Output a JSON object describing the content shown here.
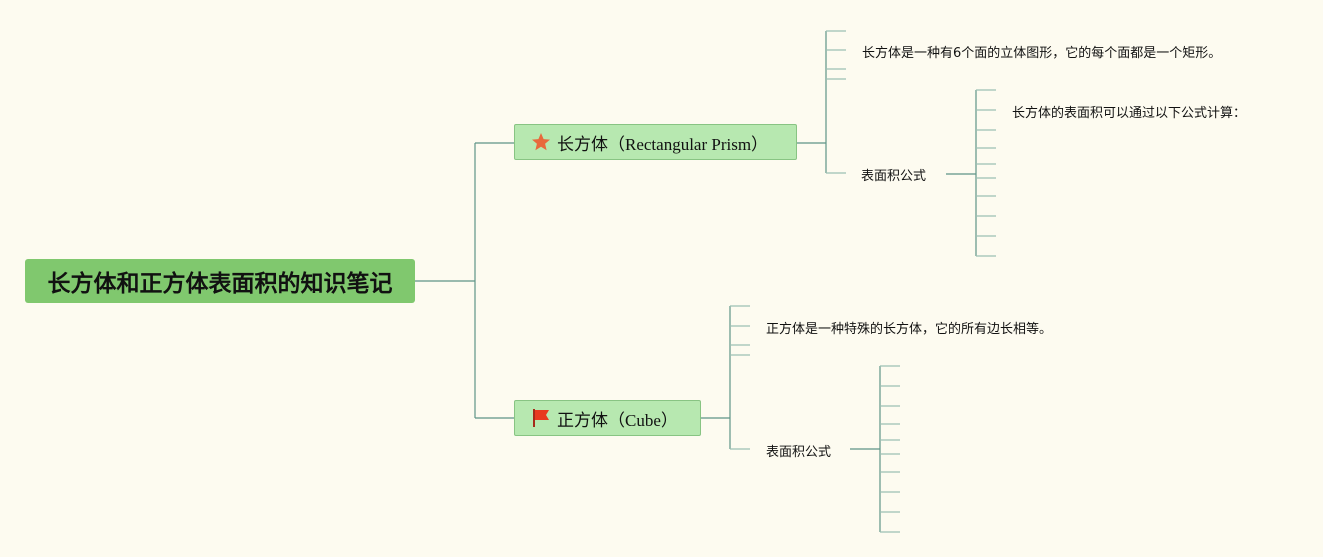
{
  "root": {
    "title": "长方体和正方体表面积的知识笔记"
  },
  "topics": [
    {
      "icon": "star-icon",
      "label_cn": "长方体",
      "label_en": "（Rectangular Prism）",
      "definition": "长方体是一种有6个面的立体图形，它的每个面都是一个矩形。",
      "formula_label": "表面积公式",
      "formula_text": "长方体的表面积可以通过以下公式计算："
    },
    {
      "icon": "flag-icon",
      "label_cn": "正方体",
      "label_en": "（Cube）",
      "definition": "正方体是一种特殊的长方体，它的所有边长相等。",
      "formula_label": "表面积公式"
    }
  ],
  "colors": {
    "background": "#fdfbf0",
    "root_fill": "#80c86e",
    "topic_fill": "#b7e8b0",
    "topic_border": "#88c483",
    "connector": "#5e9487",
    "empty_branch": "#9dbfb3",
    "star": "#e8693c",
    "flag": "#e83a1f"
  }
}
